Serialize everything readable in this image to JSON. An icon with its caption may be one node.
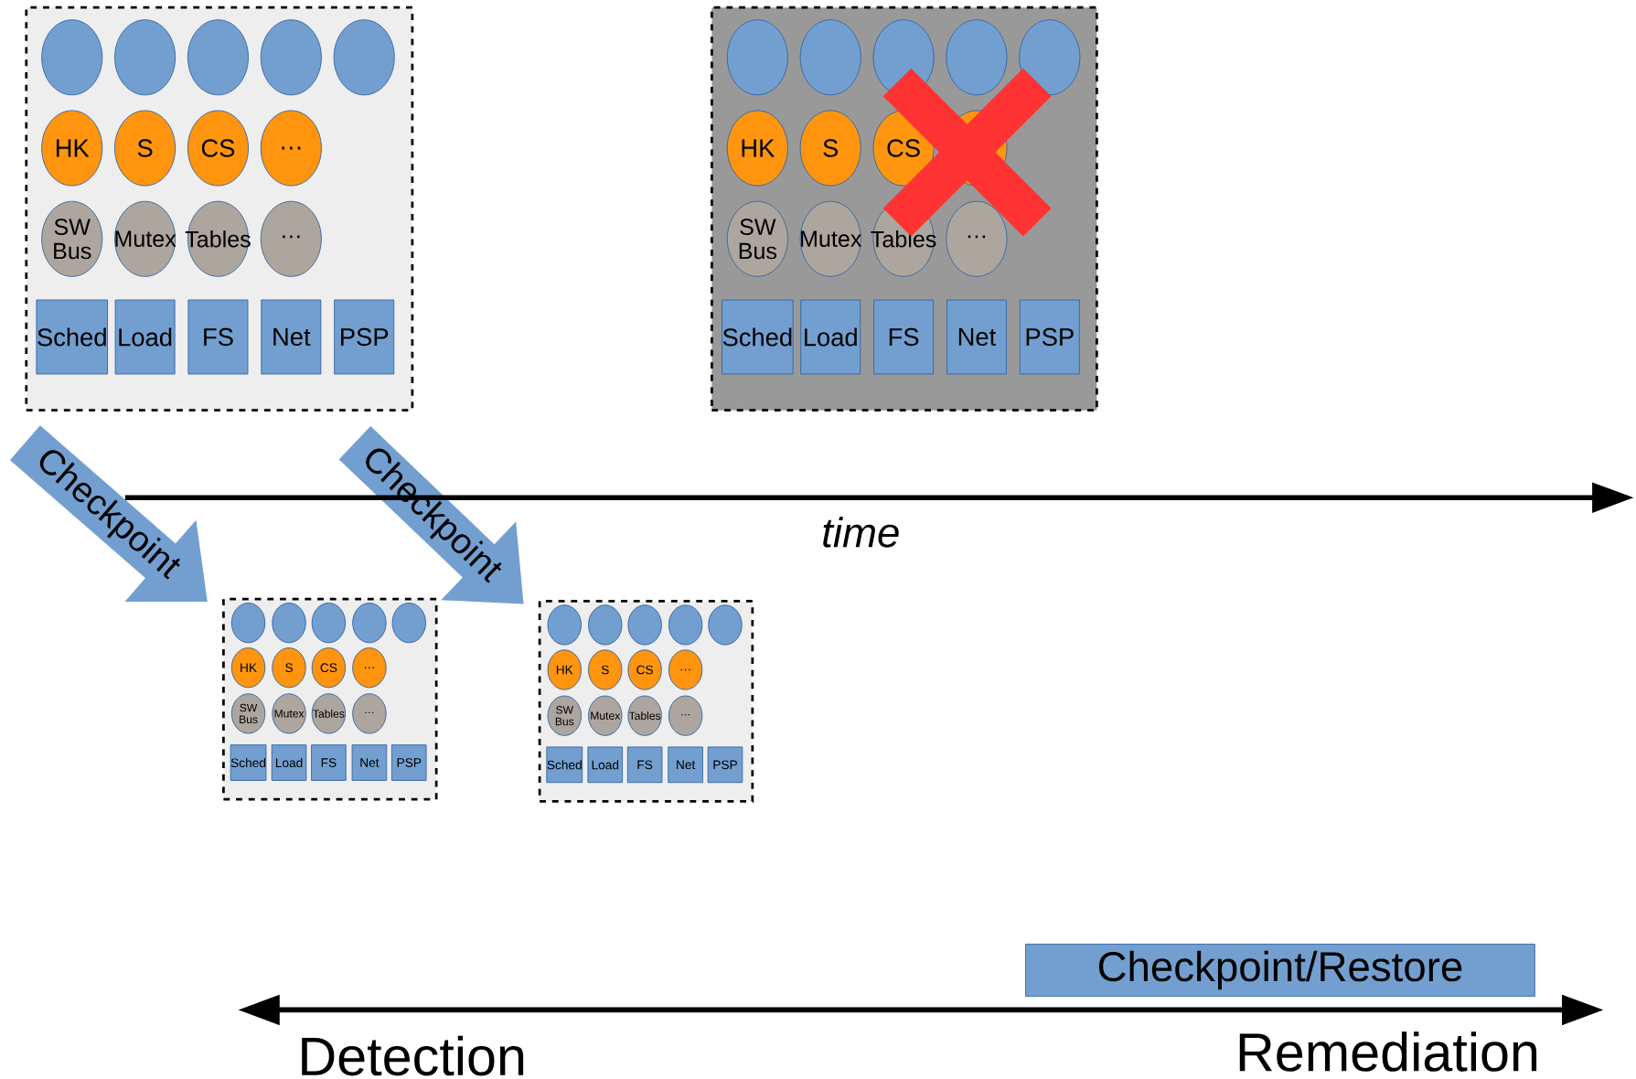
{
  "diagram": {
    "nodes": [
      {
        "text": [],
        "shape": "box"
      },
      {
        "text": [],
        "shape": "circle",
        "in": 0
      },
      {
        "text": [],
        "shape": "circle",
        "in": 0
      },
      {
        "text": [],
        "shape": "circle",
        "in": 0
      },
      {
        "text": [],
        "shape": "circle",
        "in": 0
      },
      {
        "text": [],
        "shape": "circle",
        "in": 0
      },
      {
        "text": [
          "HK"
        ],
        "in": 0
      },
      {
        "text": [
          "S"
        ],
        "in": 0
      },
      {
        "text": [
          "CS"
        ],
        "in": 0
      },
      {
        "text": [
          "…"
        ],
        "in": 0
      },
      {
        "text": [
          "SW Bus"
        ],
        "in": 0
      },
      {
        "text": [
          "Mutex"
        ],
        "in": 0
      },
      {
        "text": [
          "Tables"
        ],
        "in": 0
      },
      {
        "text": [
          "…"
        ],
        "in": 0
      },
      {
        "text": [
          "Sched"
        ],
        "in": 0
      },
      {
        "text": [
          "Load"
        ],
        "in": 0
      },
      {
        "text": [
          "FS"
        ],
        "in": 0
      },
      {
        "text": [
          "Net"
        ],
        "in": 0
      },
      {
        "text": [
          "PSP"
        ],
        "in": 0
      },
      {
        "text": [],
        "shape": "box"
      },
      {
        "text": [],
        "shape": "circle",
        "in": 19
      },
      {
        "text": [],
        "shape": "circle",
        "in": 19
      },
      {
        "text": [],
        "shape": "circle",
        "in": 19
      },
      {
        "text": [],
        "shape": "circle",
        "in": 19
      },
      {
        "text": [],
        "shape": "circle",
        "in": 19
      },
      {
        "text": [
          "HK"
        ],
        "in": 19
      },
      {
        "text": [
          "S"
        ],
        "in": 19
      },
      {
        "text": [
          "CS"
        ],
        "in": 19
      },
      {
        "text": [],
        "shape": "circle",
        "in": 19
      },
      {
        "text": [
          "SW Bus"
        ],
        "in": 19
      },
      {
        "text": [
          "Mutex"
        ],
        "in": 19
      },
      {
        "text": [
          "Tables"
        ],
        "in": 19
      },
      {
        "text": [
          "…"
        ],
        "in": 19
      },
      {
        "text": [
          "Sched"
        ],
        "in": 19
      },
      {
        "text": [
          "Load"
        ],
        "in": 19
      },
      {
        "text": [
          "FS"
        ],
        "in": 19
      },
      {
        "text": [
          "Net"
        ],
        "in": 19
      },
      {
        "text": [
          "PSP"
        ],
        "in": 19
      },
      {
        "text": [],
        "shape": "box"
      },
      {
        "text": [],
        "shape": "circle",
        "in": 38
      },
      {
        "text": [],
        "shape": "circle",
        "in": 38
      },
      {
        "text": [],
        "shape": "circle",
        "in": 38
      },
      {
        "text": [],
        "shape": "circle",
        "in": 38
      },
      {
        "text": [],
        "shape": "circle",
        "in": 38
      },
      {
        "text": [
          "HK"
        ],
        "in": 38
      },
      {
        "text": [
          "S"
        ],
        "in": 38
      },
      {
        "text": [
          "CS"
        ],
        "in": 38
      },
      {
        "text": [
          "…"
        ],
        "in": 38
      },
      {
        "text": [
          "SW Bus"
        ],
        "in": 38
      },
      {
        "text": [
          "Mutex"
        ],
        "in": 38
      },
      {
        "text": [
          "Tables"
        ],
        "in": 38
      },
      {
        "text": [
          "…"
        ],
        "in": 38
      },
      {
        "text": [
          "Sched"
        ],
        "in": 38
      },
      {
        "text": [
          "Load"
        ],
        "in": 38
      },
      {
        "text": [
          "FS"
        ],
        "in": 38
      },
      {
        "text": [
          "Net"
        ],
        "in": 38
      },
      {
        "text": [
          "PSP"
        ],
        "in": 38
      },
      {
        "text": [],
        "shape": "box"
      },
      {
        "text": [],
        "shape": "circle",
        "in": 57
      },
      {
        "text": [],
        "shape": "circle",
        "in": 57
      },
      {
        "text": [],
        "shape": "circle",
        "in": 57
      },
      {
        "text": [],
        "shape": "circle",
        "in": 57
      },
      {
        "text": [],
        "shape": "circle",
        "in": 57
      },
      {
        "text": [
          "HK"
        ],
        "in": 57
      },
      {
        "text": [
          "S"
        ],
        "in": 57
      },
      {
        "text": [
          "CS"
        ],
        "in": 57
      },
      {
        "text": [
          "…"
        ],
        "in": 57
      },
      {
        "text": [
          "SW Bus"
        ],
        "in": 57
      },
      {
        "text": [
          "Mutex"
        ],
        "in": 57
      },
      {
        "text": [
          "Tables"
        ],
        "in": 57
      },
      {
        "text": [
          "…"
        ],
        "in": 57
      },
      {
        "text": [
          "Sched"
        ],
        "in": 57
      },
      {
        "text": [
          "Load"
        ],
        "in": 57
      },
      {
        "text": [
          "FS"
        ],
        "in": 57
      },
      {
        "text": [
          "Net"
        ],
        "in": 57
      },
      {
        "text": [
          "PSP"
        ],
        "in": 57
      },
      {
        "text": [
          "Checkpoint/Restore"
        ]
      }
    ],
    "edges": [
      {
        "from": 0,
        "to": 38,
        "arrow": "to",
        "label": "Checkpoint"
      },
      {
        "from": 0,
        "to": 57,
        "arrow": "to",
        "label": "Checkpoint"
      }
    ],
    "labels": [
      "time",
      "Detection",
      "Remediation"
    ]
  }
}
